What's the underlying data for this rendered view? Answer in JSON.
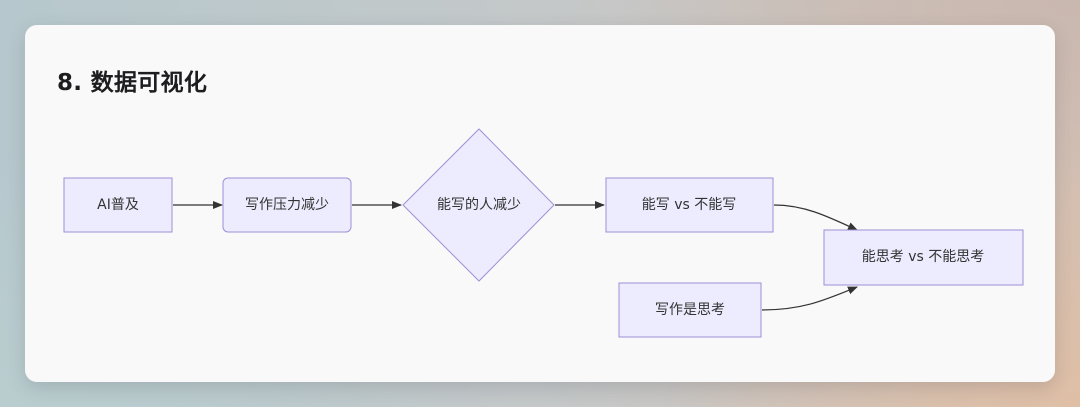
{
  "title": "8. 数据可视化",
  "colors": {
    "node_fill": "#ececfe",
    "node_stroke": "#9f8fd6",
    "edge": "#333333"
  },
  "nodes": {
    "ai": "AI普及",
    "pressure": "写作压力减少",
    "fewer": "能写的人减少",
    "can_write": "能写 vs 不能写",
    "writing_thinking": "写作是思考",
    "can_think": "能思考 vs 不能思考"
  },
  "edges": [
    {
      "from": "ai",
      "to": "pressure"
    },
    {
      "from": "pressure",
      "to": "fewer"
    },
    {
      "from": "fewer",
      "to": "can_write"
    },
    {
      "from": "can_write",
      "to": "can_think"
    },
    {
      "from": "writing_thinking",
      "to": "can_think"
    }
  ]
}
